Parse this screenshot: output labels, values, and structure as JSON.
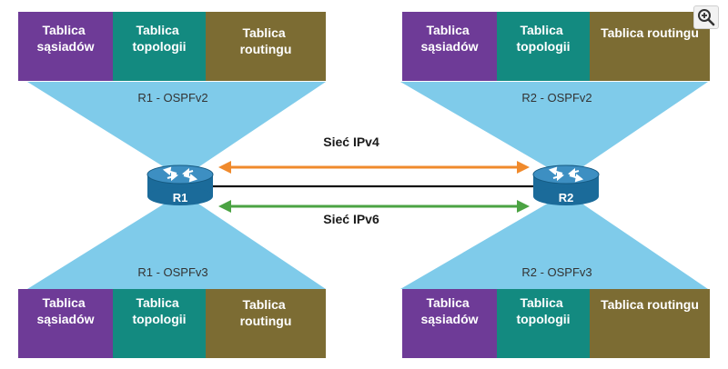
{
  "colors": {
    "neighbor": "#6e3b97",
    "topology": "#138a80",
    "routing": "#7c6c33",
    "cone": "#7fcbea",
    "ipv4_link": "#f08a2c",
    "ipv6_link": "#4ba343",
    "router": "#1b6b9a"
  },
  "icons": {
    "zoom": "zoom-in-icon",
    "router": "router-icon"
  },
  "routers": [
    {
      "label": "R1",
      "top_caption": "R1 - OSPFv2",
      "bottom_caption": "R1 - OSPFv3"
    },
    {
      "label": "R2",
      "top_caption": "R2 - OSPFv2",
      "bottom_caption": "R2 - OSPFv3"
    }
  ],
  "tables": {
    "r1_v2": {
      "neighbor": [
        "Tablica",
        "sąsiadów"
      ],
      "topology": [
        "Tablica",
        "topologii"
      ],
      "routing": [
        "Tablica",
        "routingu"
      ]
    },
    "r2_v2": {
      "neighbor": [
        "Tablica",
        "sąsiadów"
      ],
      "topology": [
        "Tablica",
        "topologii"
      ],
      "routing": [
        "Tablica routingu"
      ]
    },
    "r1_v3": {
      "neighbor": [
        "Tablica",
        "sąsiadów"
      ],
      "topology": [
        "Tablica",
        "topologii"
      ],
      "routing": [
        "Tablica",
        "routingu"
      ]
    },
    "r2_v3": {
      "neighbor": [
        "Tablica",
        "sąsiadów"
      ],
      "topology": [
        "Tablica",
        "topologii"
      ],
      "routing": [
        "Tablica routingu"
      ]
    }
  },
  "links": {
    "ipv4": "Sieć IPv4",
    "ipv6": "Sieć IPv6"
  }
}
